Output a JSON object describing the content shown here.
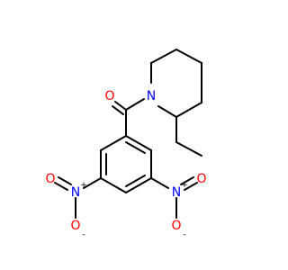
{
  "molecule": {
    "atoms": {
      "carbonyl_oxygen": {
        "symbol": "O",
        "color": "#ff0000"
      },
      "piperidine_nitrogen": {
        "symbol": "N",
        "color": "#0000ff"
      },
      "nitro_left_nitrogen": {
        "symbol": "N",
        "charge": "+",
        "color": "#0000ff",
        "charge_color": "#000000"
      },
      "nitro_left_oxygen_double": {
        "symbol": "O",
        "color": "#ff0000"
      },
      "nitro_left_oxygen_minus": {
        "symbol": "O",
        "charge": "-",
        "color": "#ff0000"
      },
      "nitro_right_nitrogen": {
        "symbol": "N",
        "charge": "+",
        "color": "#0000ff",
        "charge_color": "#000000"
      },
      "nitro_right_oxygen_double": {
        "symbol": "O",
        "color": "#ff0000"
      },
      "nitro_right_oxygen_minus": {
        "symbol": "O",
        "charge": "-",
        "color": "#ff0000"
      }
    },
    "colors": {
      "bond": "#000000",
      "background": "#ffffff"
    }
  }
}
